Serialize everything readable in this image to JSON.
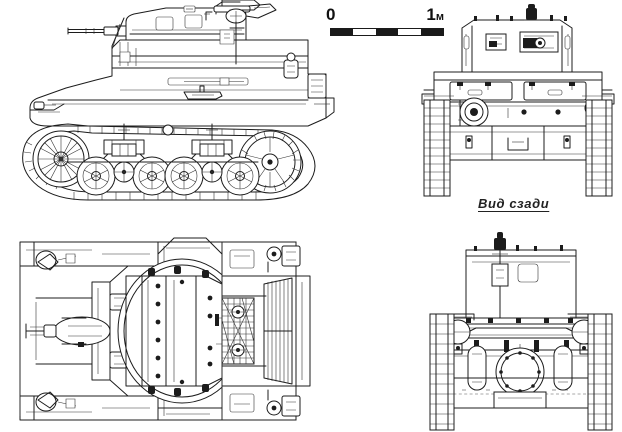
{
  "sheet": {
    "kind": "technical-blueprint",
    "subject": "light tank four-view orthographic drawing",
    "background_color": "#ffffff",
    "line_color": "#1c1c1c"
  },
  "scale": {
    "zero_label": "0",
    "one_label": "1",
    "unit_label": "м",
    "segments": 5
  },
  "captions": {
    "rear_view": "Вид сзади"
  },
  "views": [
    {
      "id": "side-view",
      "name": "side-view",
      "position": "top-left",
      "features": [
        "turret with main gun barrel",
        "anti-aircraft machine gun mount",
        "vision port hatches",
        "drive sprocket front",
        "idler wheel rear",
        "four twin road-wheel bogies",
        "return rollers",
        "track with cleats",
        "fender and headlight",
        "rear stowage box"
      ]
    },
    {
      "id": "rear-view",
      "name": "rear-view",
      "position": "top-right",
      "features": [
        "turret rear hatch",
        "periscope",
        "engine deck doors",
        "air cleaners",
        "towing pintle",
        "tracks both sides",
        "rear hull plate"
      ]
    },
    {
      "id": "plan-view",
      "name": "plan-view",
      "position": "bottom-left",
      "features": [
        "turret ring with rivets",
        "turret roof hatch",
        "driver hatches",
        "engine grille mesh",
        "engine deck louvers",
        "fenders",
        "headlights",
        "gun barrel forward"
      ]
    },
    {
      "id": "front-view",
      "name": "front-view",
      "position": "bottom-right",
      "features": [
        "turret front with machine gun",
        "glacis plate",
        "transmission access cover",
        "drive sprockets",
        "tracks both sides",
        "tow hooks",
        "hull side sponsons"
      ]
    }
  ]
}
